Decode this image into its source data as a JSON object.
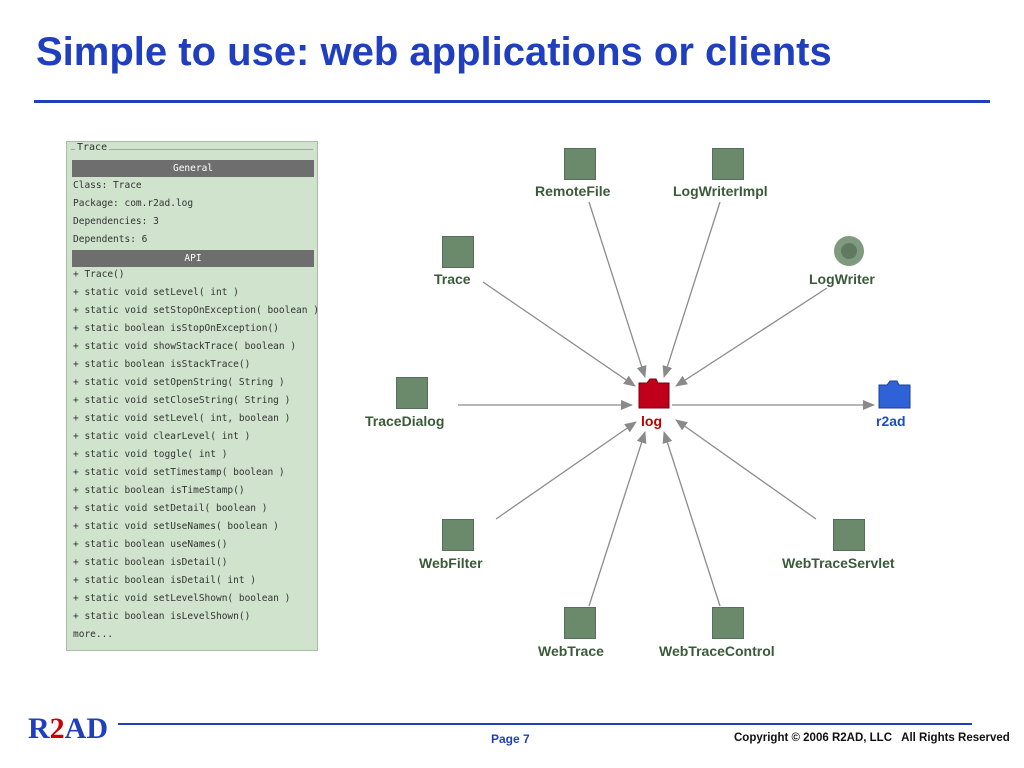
{
  "slide": {
    "title": "Simple to use: web applications or clients"
  },
  "trace_panel": {
    "legend": "Trace",
    "general_header": "General",
    "general_rows": [
      "Class: Trace",
      "Package: com.r2ad.log",
      "Dependencies: 3",
      "Dependents: 6"
    ],
    "api_header": "API",
    "api_rows": [
      "+ Trace()",
      "+ static void setLevel( int )",
      "+ static void setStopOnException( boolean )",
      "+ static boolean isStopOnException()",
      "+ static void showStackTrace( boolean )",
      "+ static boolean isStackTrace()",
      "+ static void setOpenString( String )",
      "+ static void setCloseString( String )",
      "+ static void setLevel( int, boolean )",
      "+ static void clearLevel( int )",
      "+ static void toggle( int )",
      "+ static void setTimestamp( boolean )",
      "+ static boolean isTimeStamp()",
      "+ static void setDetail( boolean )",
      "+ static void setUseNames( boolean )",
      "+ static boolean useNames()",
      "+ static boolean isDetail()",
      "+ static boolean isDetail( int )",
      "+ static void setLevelShown( boolean )",
      "+ static boolean isLevelShown()",
      "more..."
    ]
  },
  "diagram": {
    "center": "log",
    "target": "r2ad",
    "nodes": {
      "remotefile": "RemoteFile",
      "logwriterimpl": "LogWriterImpl",
      "trace": "Trace",
      "logwriter": "LogWriter",
      "tracedialog": "TraceDialog",
      "webfilter": "WebFilter",
      "webtraceservlet": "WebTraceServlet",
      "webtrace": "WebTrace",
      "webtracecontrol": "WebTraceControl"
    }
  },
  "footer": {
    "logo_r": "R",
    "logo_2": "2",
    "logo_ad": "AD",
    "page": "Page 7",
    "copyright": "Copyright © 2006 R2AD, LLC   All Rights Reserved"
  },
  "colors": {
    "title_blue": "#1f3fbf",
    "log_red": "#bb0000",
    "node_green": "#6b8a6b",
    "panel_green": "#cfe3cd"
  }
}
